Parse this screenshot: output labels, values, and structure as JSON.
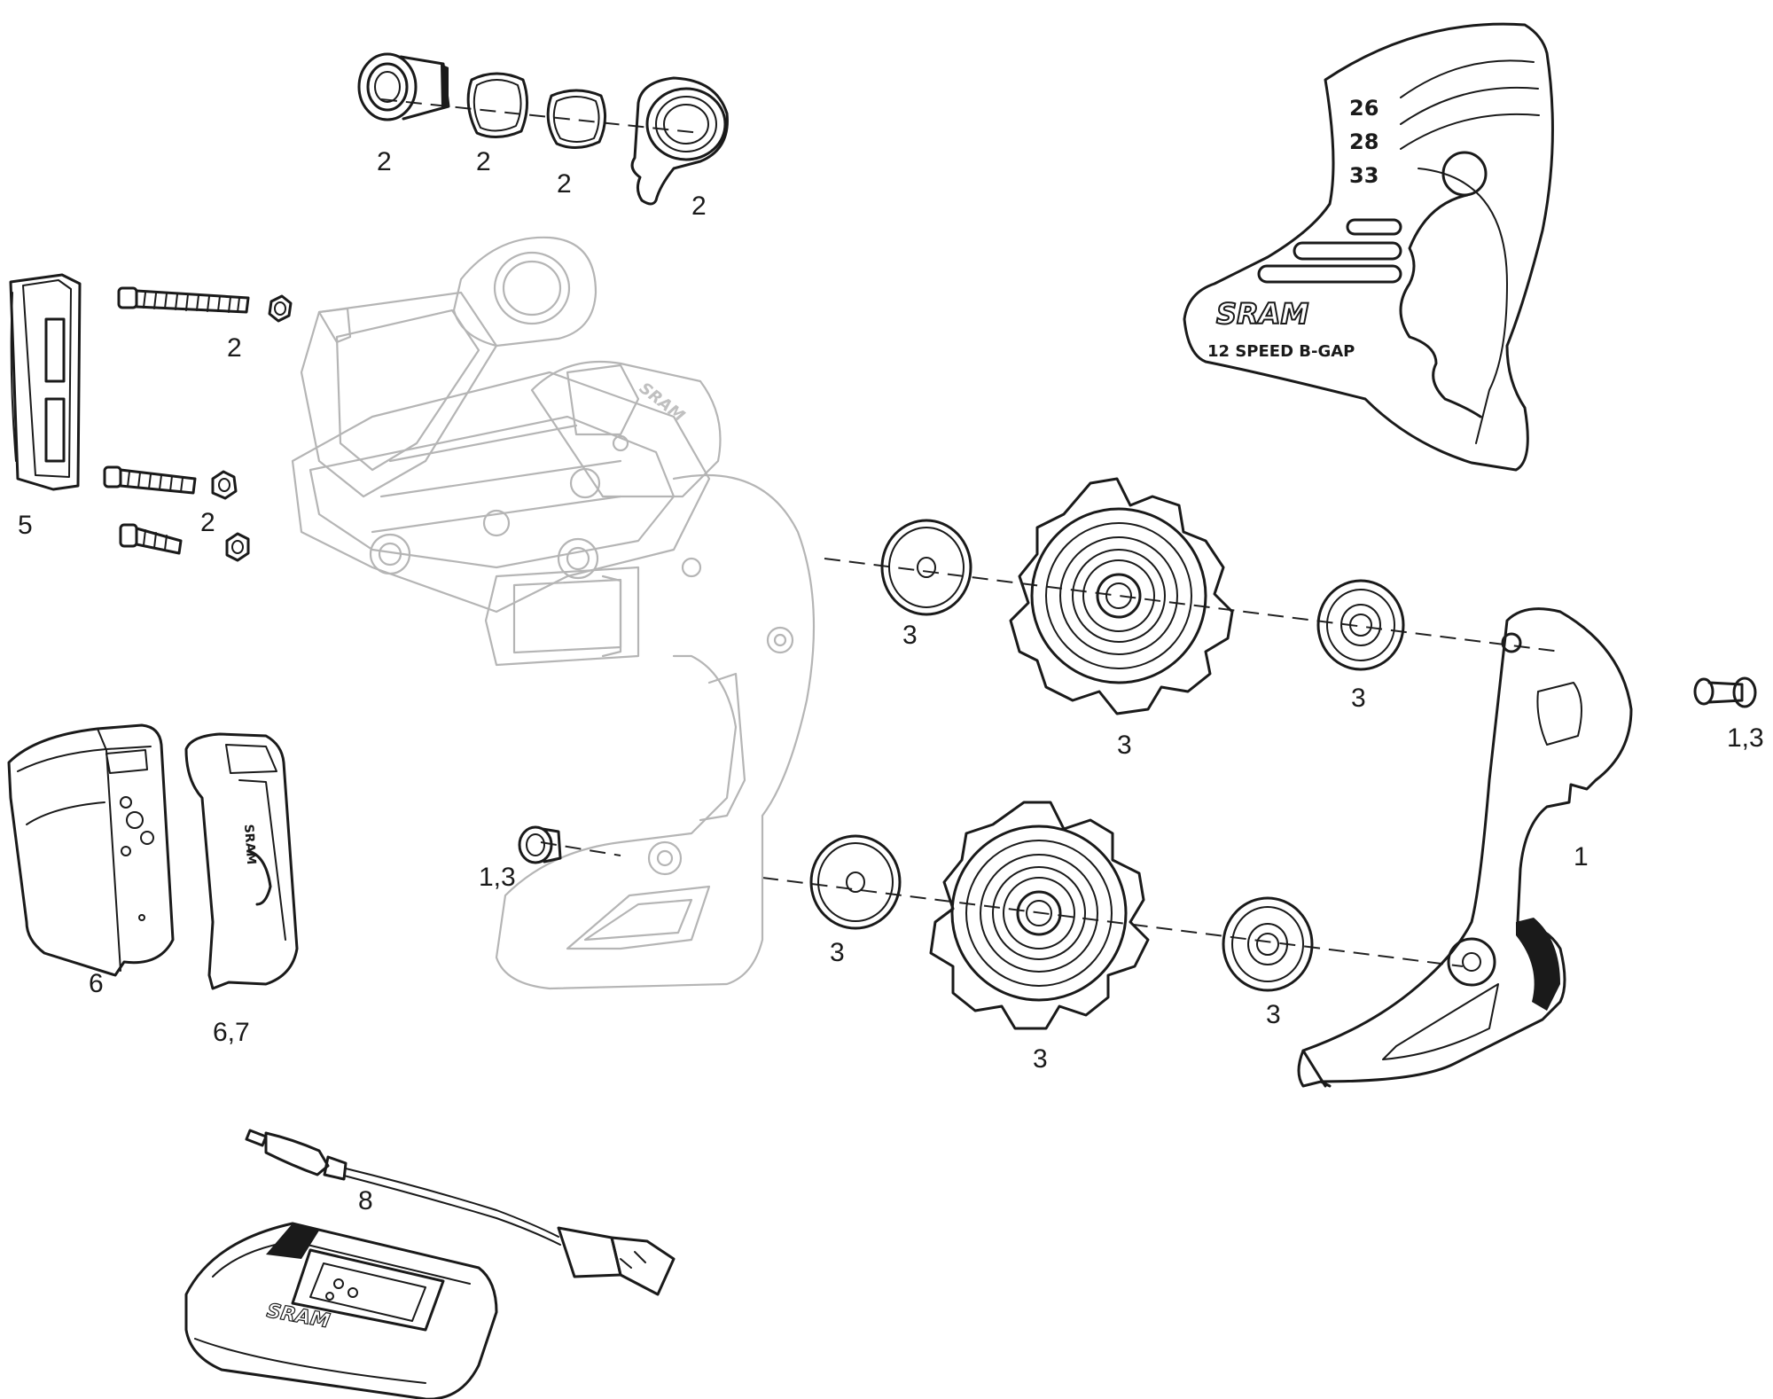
{
  "diagram": {
    "callouts": [
      {
        "id": "c-top-1",
        "text": "2"
      },
      {
        "id": "c-top-2",
        "text": "2"
      },
      {
        "id": "c-top-3",
        "text": "2"
      },
      {
        "id": "c-top-4",
        "text": "2"
      },
      {
        "id": "c-bolt-long",
        "text": "2"
      },
      {
        "id": "c-bolts-short",
        "text": "2"
      },
      {
        "id": "c-battery-cover",
        "text": "5"
      },
      {
        "id": "c-washer-upper-left",
        "text": "3"
      },
      {
        "id": "c-pulley-upper",
        "text": "3"
      },
      {
        "id": "c-washer-upper-right",
        "text": "3"
      },
      {
        "id": "c-pin-right",
        "text": "1,3"
      },
      {
        "id": "c-screw-cage",
        "text": "1,3"
      },
      {
        "id": "c-washer-lower-left",
        "text": "3"
      },
      {
        "id": "c-cage-outer",
        "text": "1"
      },
      {
        "id": "c-washer-lower-right",
        "text": "3"
      },
      {
        "id": "c-pulley-lower",
        "text": "3"
      },
      {
        "id": "c-battery",
        "text": "6"
      },
      {
        "id": "c-battery-clip",
        "text": "6,7"
      },
      {
        "id": "c-cable",
        "text": "8"
      }
    ],
    "bgap_tool": {
      "brand": "SRAM",
      "label": "12 SPEED B-GAP",
      "sizes": [
        "26",
        "28",
        "33"
      ]
    },
    "charger_brand": "SRAM",
    "derailleur_brand": "SRAM"
  }
}
